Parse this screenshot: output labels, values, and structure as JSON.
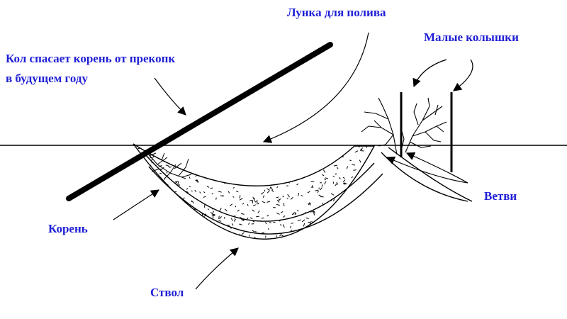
{
  "labels": {
    "watering_hole": "Лунка для полива",
    "stake_line1": "Кол спасает корень от прекопк",
    "stake_line2": "в будущем году",
    "small_pegs": "Малые колышки",
    "branches": "Ветви",
    "root": "Корень",
    "trunk": "Ствол"
  },
  "colors": {
    "label_text": "#1f1fd6",
    "line": "#000000",
    "background": "#ffffff"
  }
}
